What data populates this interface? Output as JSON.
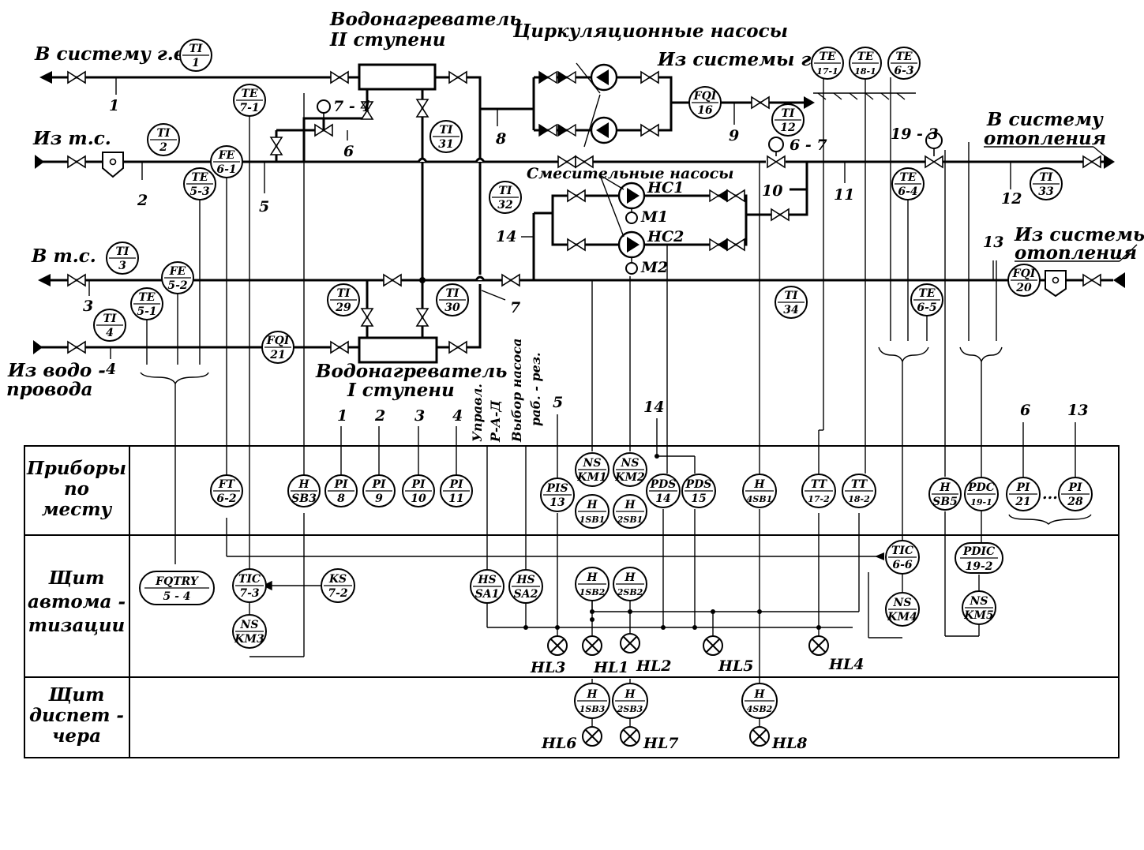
{
  "labels": {
    "to_hot_water": "В систему г.в.",
    "from_heat_network": "Из т.с.",
    "to_heat_network": "В т.с.",
    "from_water_main_1": "Из водо -",
    "from_water_main_2": "провода",
    "heater_stage2_1": "Водонагреватель",
    "heater_stage2_2": "II ступени",
    "heater_stage1_1": "Водонагреватель",
    "heater_stage1_2": "I ступени",
    "circ_pumps": "Циркуляционные насосы",
    "from_hot_water": "Из системы г.в.",
    "to_heating_1": "В систему",
    "to_heating_2": "отопления",
    "mixing_pumps": "Смесительные насосы",
    "from_heating_1": "Из системы",
    "from_heating_2": "отопления",
    "nc1": "НС1",
    "nc2": "НС2",
    "m1": "М1",
    "m2": "М2",
    "v_7_4": "7 - 4",
    "v_6_7": "6 - 7",
    "v_19_3": "19 - 3"
  },
  "line_numbers": [
    "1",
    "2",
    "3",
    "4",
    "5",
    "6",
    "7",
    "8",
    "9",
    "10",
    "11",
    "12",
    "13",
    "14"
  ],
  "rows": {
    "local": [
      "Приборы",
      "по",
      "месту"
    ],
    "automation": [
      "Щит",
      "автома -",
      "тизации"
    ],
    "dispatcher": [
      "Щит",
      "диспет -",
      "чера"
    ]
  },
  "vertical_labels": {
    "control": "Управл.",
    "rad": "Р-А-Д",
    "pump_select": "Выбор насоса",
    "work_res": "раб. - рез."
  },
  "top_numbers": {
    "n1": "1",
    "n2": "2",
    "n3": "3",
    "n4": "4",
    "n5": "5",
    "n14": "14",
    "n6": "6",
    "n13": "13"
  },
  "instruments": {
    "TI1": [
      "TI",
      "1"
    ],
    "TI2": [
      "TI",
      "2"
    ],
    "TI3": [
      "TI",
      "3"
    ],
    "TI4": [
      "TI",
      "4"
    ],
    "TE7_1": [
      "TE",
      "7-1"
    ],
    "FE6_1": [
      "FE",
      "6-1"
    ],
    "TE5_3": [
      "TE",
      "5-3"
    ],
    "FE5_2": [
      "FE",
      "5-2"
    ],
    "TE5_1": [
      "TE",
      "5-1"
    ],
    "FQI21": [
      "FQI",
      "21"
    ],
    "TI31": [
      "TI",
      "31"
    ],
    "TI32": [
      "TI",
      "32"
    ],
    "TI29": [
      "TI",
      "29"
    ],
    "TI30": [
      "TI",
      "30"
    ],
    "FQI16": [
      "FQI",
      "16"
    ],
    "TI12": [
      "TI",
      "12"
    ],
    "TE17_1": [
      "TE",
      "17-1"
    ],
    "TE18_1": [
      "TE",
      "18-1"
    ],
    "TE6_3": [
      "TE",
      "6-3"
    ],
    "TE6_4": [
      "TE",
      "6-4"
    ],
    "TI33": [
      "TI",
      "33"
    ],
    "TI34": [
      "TI",
      "34"
    ],
    "TE6_5": [
      "TE",
      "6-5"
    ],
    "FQI20": [
      "FQI",
      "20"
    ],
    "FT6_2": [
      "FT",
      "6-2"
    ],
    "HSB3": [
      "H",
      "SB3"
    ],
    "PI8": [
      "PI",
      "8"
    ],
    "PI9": [
      "PI",
      "9"
    ],
    "PI10": [
      "PI",
      "10"
    ],
    "PI11": [
      "PI",
      "11"
    ],
    "PIS13": [
      "PIS",
      "13"
    ],
    "NSKM1": [
      "NS",
      "KM1"
    ],
    "NSKM2": [
      "NS",
      "KM2"
    ],
    "H1SB1": [
      "H",
      "1SB1"
    ],
    "H2SB1": [
      "H",
      "2SB1"
    ],
    "PDS14": [
      "PDS",
      "14"
    ],
    "PDS15": [
      "PDS",
      "15"
    ],
    "H4SB1": [
      "H",
      "4SB1"
    ],
    "TT17_2": [
      "TT",
      "17-2"
    ],
    "TT18_2": [
      "TT",
      "18-2"
    ],
    "HSB5": [
      "H",
      "SB5"
    ],
    "PDC19_1": [
      "PDC",
      "19-1"
    ],
    "PI21": [
      "PI",
      "21"
    ],
    "PI28": [
      "PI",
      "28"
    ],
    "FQTRY": [
      "FQTRY",
      "5 - 4"
    ],
    "TIC7_3": [
      "TIC",
      "7-3"
    ],
    "KS7_2": [
      "KS",
      "7-2"
    ],
    "NSKM3": [
      "NS",
      "KM3"
    ],
    "HSSA1": [
      "HS",
      "SA1"
    ],
    "HSSA2": [
      "HS",
      "SA2"
    ],
    "H1SB2": [
      "H",
      "1SB2"
    ],
    "H2SB2": [
      "H",
      "2SB2"
    ],
    "TIC6_6": [
      "TIC",
      "6-6"
    ],
    "NSKM4": [
      "NS",
      "KM4"
    ],
    "PDIC19_2": [
      "PDIC",
      "19-2"
    ],
    "NSKM5": [
      "NS",
      "KM5"
    ],
    "H1SB3": [
      "H",
      "1SB3"
    ],
    "H2SB3": [
      "H",
      "2SB3"
    ],
    "H4SB2": [
      "H",
      "4SB2"
    ]
  },
  "lamps": {
    "HL1": "HL1",
    "HL2": "HL2",
    "HL3": "HL3",
    "HL4": "HL4",
    "HL5": "HL5",
    "HL6": "HL6",
    "HL7": "HL7",
    "HL8": "HL8"
  },
  "ellipsis": "..."
}
